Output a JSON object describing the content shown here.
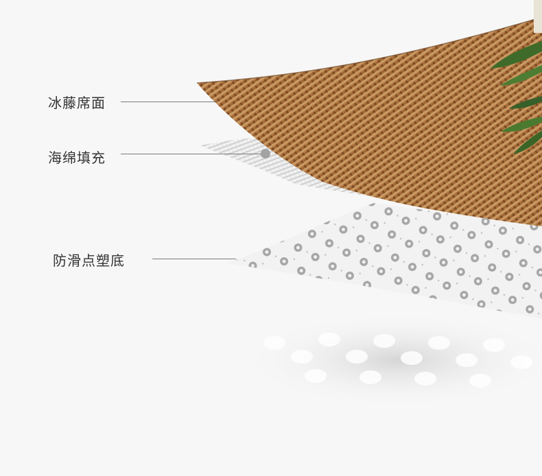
{
  "labels": {
    "top": "冰藤席面",
    "middle": "海绵填充",
    "bottom": "防滑点塑底"
  },
  "colors": {
    "background": "#f7f7f7",
    "rattan_light": "#c28b55",
    "rattan_dark": "#6b3f1c",
    "sponge": "#e9e9e9",
    "dots_base": "#f4f4f4",
    "leader_line": "#7a7a7a",
    "text": "#333333",
    "leaf": "#3f6b2a"
  }
}
